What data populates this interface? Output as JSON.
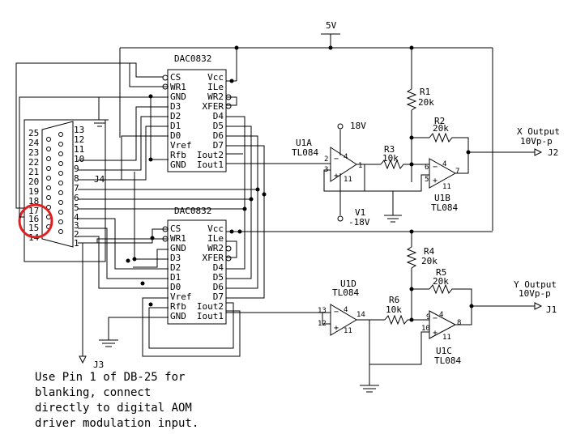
{
  "supply": {
    "vcc": "5V",
    "vpos": "18V",
    "vneg_ref": "V1",
    "vneg": "-18V"
  },
  "dac_top": {
    "title": "DAC0832",
    "left_pins": [
      "CS",
      "WR1",
      "GND",
      "D3",
      "D2",
      "D1",
      "D0",
      "Vref",
      "Rfb",
      "GND"
    ],
    "right_pins": [
      "Vcc",
      "ILe",
      "WR2",
      "XFER",
      "D4",
      "D5",
      "D6",
      "D7",
      "Iout2",
      "Iout1"
    ]
  },
  "dac_bottom": {
    "title": "DAC0832",
    "left_pins": [
      "CS",
      "WR1",
      "GND",
      "D3",
      "D2",
      "D1",
      "D0",
      "Vref",
      "Rfb",
      "GND"
    ],
    "right_pins": [
      "Vcc",
      "ILe",
      "WR2",
      "XFER",
      "D4",
      "D5",
      "D6",
      "D7",
      "Iout2",
      "Iout1"
    ]
  },
  "db25": {
    "left_pins": [
      "25",
      "24",
      "23",
      "22",
      "21",
      "20",
      "19",
      "18",
      "17",
      "16",
      "15",
      "14"
    ],
    "right_pins": [
      "13",
      "12",
      "11",
      "10",
      "9",
      "8",
      "7",
      "6",
      "5",
      "4",
      "3",
      "2",
      "1"
    ],
    "j4": "J4",
    "j3": "J3"
  },
  "u1a": {
    "name": "U1A",
    "part": "TL084",
    "pin_plus": "3",
    "pin_minus": "2",
    "pin_out": "1",
    "pin_v4": "4",
    "pin_v11": "11"
  },
  "u1b": {
    "name": "U1B",
    "part": "TL084",
    "pin_plus": "5",
    "pin_minus": "6",
    "pin_out": "7",
    "pin_v4": "4",
    "pin_v11": "11"
  },
  "u1c": {
    "name": "U1C",
    "part": "TL084",
    "pin_plus": "10",
    "pin_minus": "9",
    "pin_out": "8",
    "pin_v4": "4",
    "pin_v11": "11"
  },
  "u1d": {
    "name": "U1D",
    "part": "TL084",
    "pin_plus": "12",
    "pin_minus": "13",
    "pin_out": "14",
    "pin_v4": "4",
    "pin_v11": "11"
  },
  "resistors": {
    "r1": {
      "name": "R1",
      "value": "20k"
    },
    "r2": {
      "name": "R2",
      "value": "20k"
    },
    "r3": {
      "name": "R3",
      "value": "10k"
    },
    "r4": {
      "name": "R4",
      "value": "20k"
    },
    "r5": {
      "name": "R5",
      "value": "20k"
    },
    "r6": {
      "name": "R6",
      "value": "10k"
    }
  },
  "outputs": {
    "x_label": "X Output",
    "x_amp": "10Vp-p",
    "x_jack": "J2",
    "y_label": "Y Output",
    "y_amp": "10Vp-p",
    "y_jack": "J1"
  },
  "note": [
    "Use Pin 1 of DB-25 for",
    "blanking, connect",
    "directly to digital AOM",
    "driver modulation input."
  ],
  "highlight_color": "#e02020"
}
